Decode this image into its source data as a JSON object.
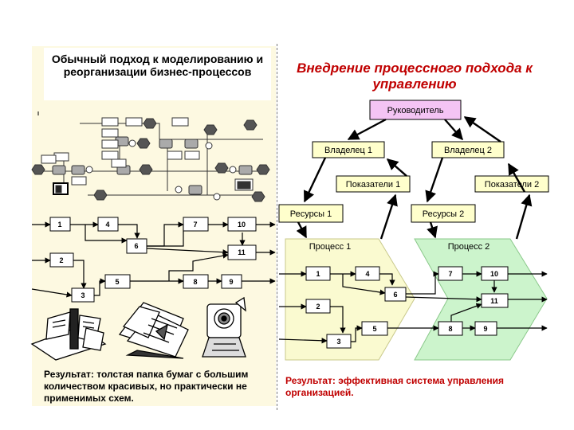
{
  "left": {
    "title": "Обычный подход к моделированию и реорганизации бизнес-процессов",
    "result": "Результат: толстая папка бумаг с большим количеством красивых, но практически не применимых схем.",
    "flow_nodes": [
      "1",
      "2",
      "3",
      "4",
      "5",
      "6",
      "7",
      "8",
      "9",
      "10",
      "11"
    ]
  },
  "right": {
    "title": "Внедрение процессного подхода к управлению",
    "result": "Результат: эффективная система управления организацией.",
    "manager": "Руководитель",
    "owner1": "Владелец 1",
    "owner2": "Владелец 2",
    "indicators1": "Показатели 1",
    "indicators2": "Показатели 2",
    "resources1": "Ресурсы 1",
    "resources2": "Ресурсы 2",
    "process1": "Процесс 1",
    "process2": "Процесс 2",
    "p1_nodes": [
      "1",
      "2",
      "3",
      "4",
      "5",
      "6"
    ],
    "p2_nodes": [
      "7",
      "8",
      "9",
      "10",
      "11"
    ]
  },
  "colors": {
    "manager_fill": "#f4c4f4",
    "owner_fill": "#ffffcc",
    "process1_fill": "#fafad0",
    "process2_fill": "#ccf4cc",
    "title_red": "#c00000"
  }
}
